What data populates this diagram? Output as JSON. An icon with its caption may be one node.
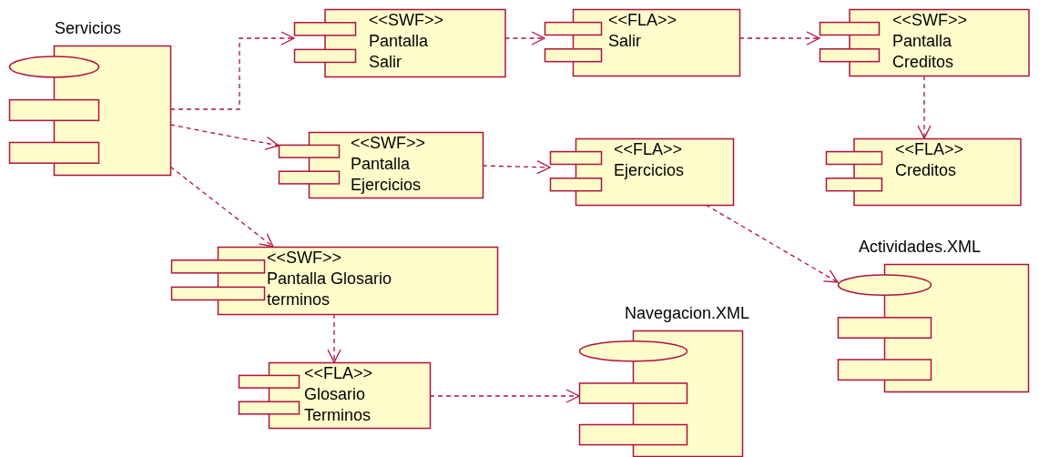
{
  "diagram": {
    "nodes": [
      {
        "text": [
          "Servicios"
        ]
      },
      {
        "text": [
          "<<SWF>>",
          "Pantalla Salir"
        ]
      },
      {
        "text": [
          "<<FLA>>",
          "Salir"
        ]
      },
      {
        "text": [
          "<<SWF>>",
          "Pantalla Creditos"
        ]
      },
      {
        "text": [
          "<<SWF>>",
          "Pantalla Ejercicios"
        ]
      },
      {
        "text": [
          "<<FLA>>",
          "Ejercicios"
        ]
      },
      {
        "text": [
          "<<FLA>>",
          "Creditos"
        ]
      },
      {
        "text": [
          "<<SWF>>",
          "Pantalla Glosario terminos"
        ]
      },
      {
        "text": [
          "Actividades.XML"
        ]
      },
      {
        "text": [
          "<<FLA>>",
          "Glosario Terminos"
        ]
      },
      {
        "text": [
          "Navegacion.XML"
        ]
      }
    ],
    "edges": [
      {
        "from": 0,
        "to": 1,
        "arrow": "to",
        "style": "dashed"
      },
      {
        "from": 1,
        "to": 2,
        "arrow": "to",
        "style": "dashed"
      },
      {
        "from": 2,
        "to": 3,
        "arrow": "to",
        "style": "dashed"
      },
      {
        "from": 3,
        "to": 6,
        "arrow": "to",
        "style": "dashed"
      },
      {
        "from": 0,
        "to": 4,
        "arrow": "to",
        "style": "dashed"
      },
      {
        "from": 4,
        "to": 5,
        "arrow": "to",
        "style": "dashed"
      },
      {
        "from": 5,
        "to": 8,
        "arrow": "to",
        "style": "dashed"
      },
      {
        "from": 0,
        "to": 7,
        "arrow": "to",
        "style": "dashed"
      },
      {
        "from": 7,
        "to": 9,
        "arrow": "to",
        "style": "dashed"
      },
      {
        "from": 9,
        "to": 10,
        "arrow": "to",
        "style": "dashed"
      }
    ]
  }
}
